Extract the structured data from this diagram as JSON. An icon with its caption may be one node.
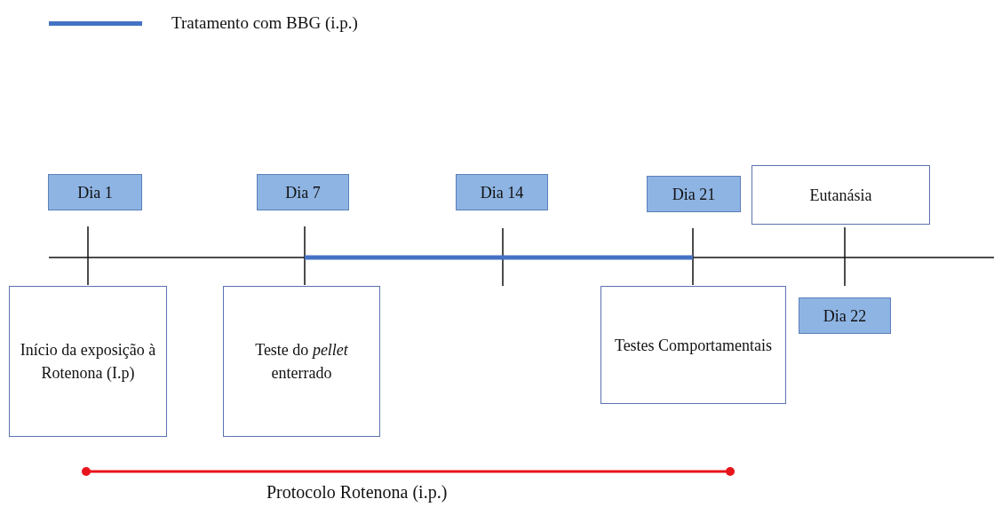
{
  "diagram": {
    "nodes": [
      {
        "text": [
          "Dia 1"
        ]
      },
      {
        "text": [
          "Dia 7"
        ]
      },
      {
        "text": [
          "Dia 14"
        ]
      },
      {
        "text": [
          "Dia 21"
        ]
      },
      {
        "text": [
          "Eutanásia"
        ]
      },
      {
        "text": [
          "Início da exposição à Rotenona (I.p)"
        ]
      },
      {
        "text": [
          "Teste do *pellet* enterrado"
        ]
      },
      {
        "text": [
          "Testes Comportamentais"
        ]
      },
      {
        "text": [
          "Dia 22"
        ]
      }
    ],
    "labels": [
      "Protocolo Rotenona (i.p.)"
    ],
    "legend": [
      {
        "text": "Tratamento com BBG (i.p.)"
      }
    ]
  }
}
